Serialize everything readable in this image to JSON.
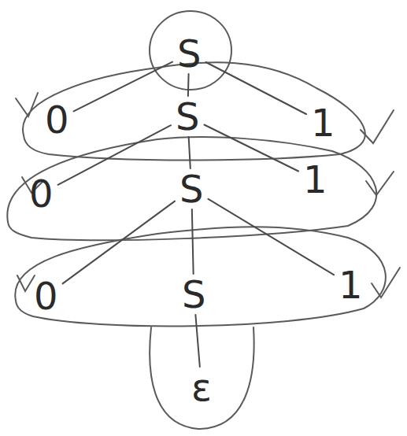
{
  "diagram": {
    "nodes": [
      {
        "text": [
          "S"
        ]
      },
      {
        "text": [
          "0"
        ]
      },
      {
        "text": [
          "S"
        ]
      },
      {
        "text": [
          "1"
        ]
      },
      {
        "text": [
          "0"
        ]
      },
      {
        "text": [
          "S"
        ]
      },
      {
        "text": [
          "1"
        ]
      },
      {
        "text": [
          "0"
        ]
      },
      {
        "text": [
          "S"
        ]
      },
      {
        "text": [
          "1"
        ]
      },
      {
        "text": [
          "ε"
        ]
      }
    ],
    "edges": [
      {
        "from": 0,
        "to": 1,
        "arrow": "none"
      },
      {
        "from": 0,
        "to": 2,
        "arrow": "none"
      },
      {
        "from": 0,
        "to": 3,
        "arrow": "none"
      },
      {
        "from": 2,
        "to": 4,
        "arrow": "none"
      },
      {
        "from": 2,
        "to": 5,
        "arrow": "none"
      },
      {
        "from": 2,
        "to": 6,
        "arrow": "none"
      },
      {
        "from": 5,
        "to": 7,
        "arrow": "none"
      },
      {
        "from": 5,
        "to": 8,
        "arrow": "none"
      },
      {
        "from": 5,
        "to": 9,
        "arrow": "none"
      },
      {
        "from": 8,
        "to": 10,
        "arrow": "none"
      }
    ]
  }
}
